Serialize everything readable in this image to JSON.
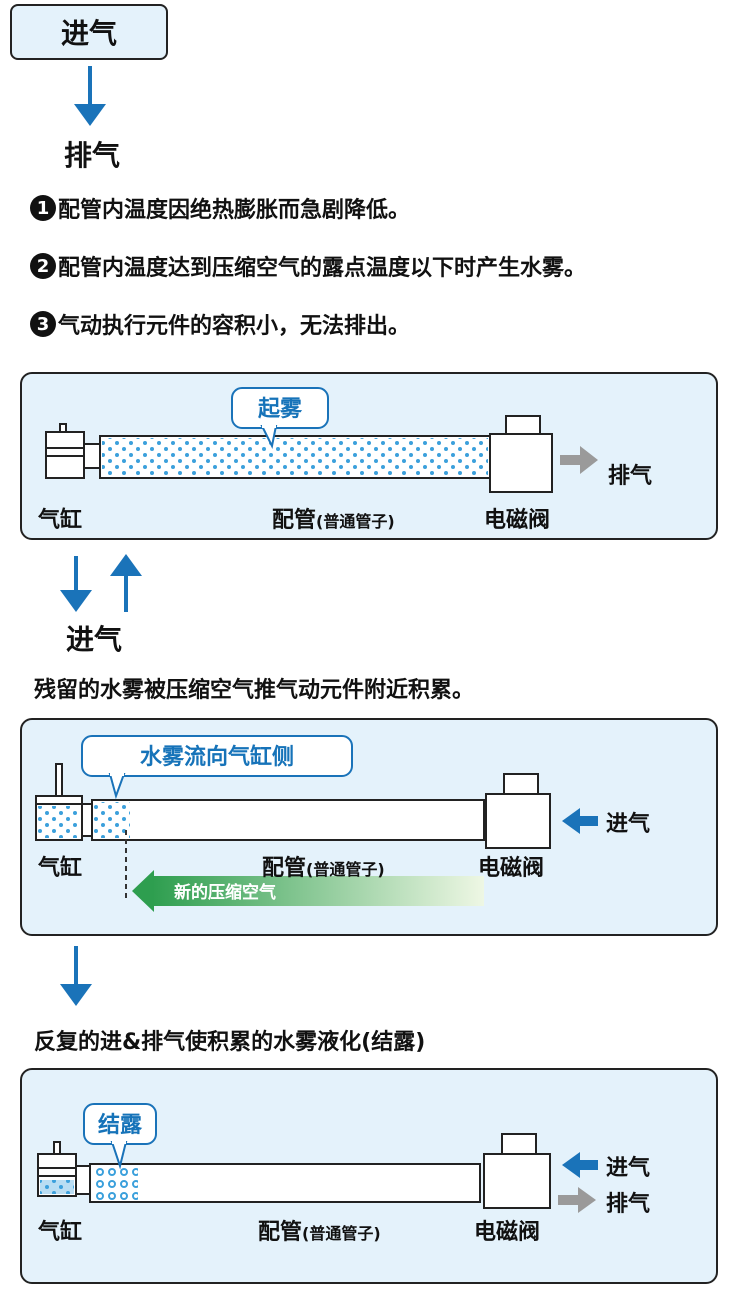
{
  "intake_top": "进气",
  "exhaust_top": "排气",
  "steps": [
    {
      "num": "1",
      "text": "配管内温度因绝热膨胀而急剧降低。"
    },
    {
      "num": "2",
      "text": "配管内温度达到压缩空气的露点温度以下时产生水雾。"
    },
    {
      "num": "3",
      "text": "气动执行元件的容积小，无法排出。"
    }
  ],
  "panel1": {
    "callout": "起雾",
    "cylinder": "气缸",
    "pipe": "配管",
    "pipe_sub": "(普通管子)",
    "valve": "电磁阀",
    "flow": "排气"
  },
  "intake_mid": "进气",
  "note2": "残留的水雾被压缩空气推气动元件附近积累。",
  "panel2": {
    "callout": "水雾流向气缸侧",
    "cylinder": "气缸",
    "pipe": "配管",
    "pipe_sub": "(普通管子)",
    "valve": "电磁阀",
    "flow": "进气",
    "gradient_label": "新的压缩空气"
  },
  "note3": "反复的进&排气使积累的水雾液化(结露)",
  "panel3": {
    "callout": "结露",
    "cylinder": "气缸",
    "pipe": "配管",
    "pipe_sub": "(普通管子)",
    "valve": "电磁阀",
    "flow_in": "进气",
    "flow_out": "排气"
  },
  "colors": {
    "accent_blue": "#1a73b9",
    "panel_bg": "#e4f2fb",
    "dot_blue": "#3ba0dc",
    "green": "#3aaa5c",
    "gray_arrow": "#9a9a9a"
  }
}
